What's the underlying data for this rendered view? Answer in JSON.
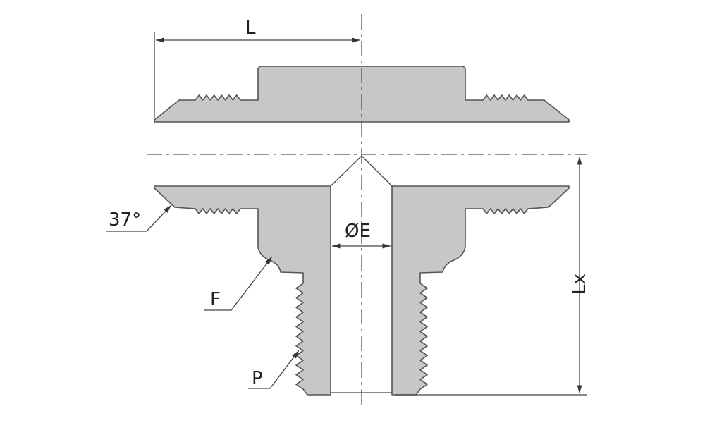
{
  "diagram": {
    "labels": {
      "length": "L",
      "branch_length": "Lx",
      "bore_diameter": "ØE",
      "flare_angle": "37°",
      "flat": "F",
      "pipe_thread": "P"
    },
    "colors": {
      "body_fill": "#c6c7c9",
      "outline": "#555555"
    }
  }
}
